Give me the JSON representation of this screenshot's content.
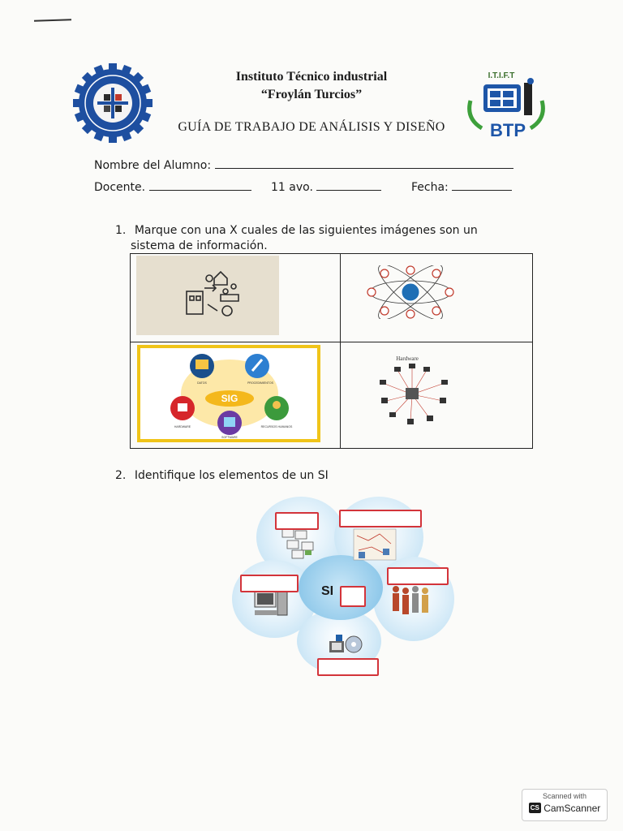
{
  "header": {
    "institute": "Instituto Técnico industrial",
    "name": "“Froylán Turcios”",
    "title": "GUÍA DE TRABAJO DE ANÁLISIS Y DISEÑO",
    "right_logo_text": "BTP",
    "right_logo_top": "I.T.I.F.T"
  },
  "fields": {
    "student_label": "Nombre del Alumno:",
    "teacher_label": "Docente.",
    "grade_label": "11  avo.",
    "date_label": "Fecha:"
  },
  "questions": [
    {
      "number": "1.",
      "text_line1": "Marque con una  X  cuales de las siguientes imágenes son un",
      "text_line2": "sistema de información."
    },
    {
      "number": "2.",
      "text": "Identifique los elementos de un SI"
    }
  ],
  "grid_images": {
    "sig_label": "SIG",
    "sig_parts": [
      "DATOS",
      "PROCEDIMIENTOS",
      "HARDWARE",
      "SOFTWARE",
      "RECURSOS HUMANOS"
    ],
    "hardware_title": "Hardware"
  },
  "diagram": {
    "center_label": "SI"
  },
  "colors": {
    "red_box": "#d3343a",
    "sig_border": "#f0c419",
    "petal_blue": "#b9ddf2"
  },
  "footer": {
    "scanned_with": "Scanned with",
    "app_name": "CamScanner",
    "app_badge": "CS"
  }
}
